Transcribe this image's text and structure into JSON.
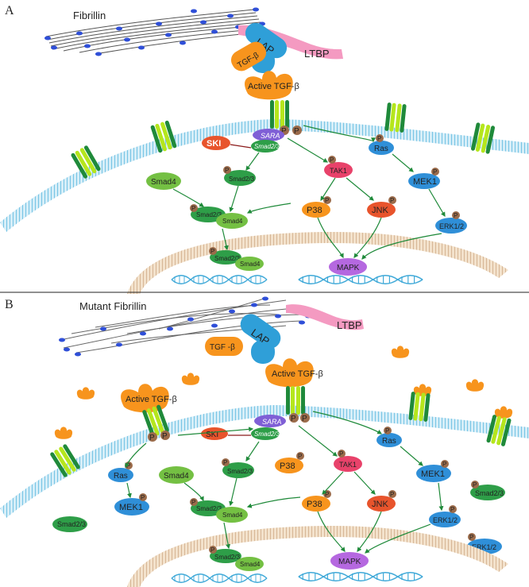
{
  "panel_a": {
    "letter": "A",
    "fibrillin": "Fibrillin",
    "lap": "LAP",
    "tgf_latent": "TGF-β",
    "ltbp": "LTBP",
    "active_tgf": "Active TGF-β",
    "sara": "SARA",
    "p": "P",
    "smad23": "Smad2/3",
    "smad4": "Smad4",
    "ski": "SKI",
    "tak1": "TAK1",
    "ras": "Ras",
    "mek1": "MEK1",
    "p38": "P38",
    "jnk": "JNK",
    "erk": "ERK1/2",
    "mapk": "MAPK"
  },
  "panel_b": {
    "letter": "B",
    "fibrillin": "Mutant Fibrillin",
    "lap": "LAP",
    "tgf_latent": "TGF -β",
    "ltbp": "LTBP",
    "active_tgf": "Active TGF-β",
    "sara": "SARA",
    "p": "P",
    "smad23": "Smad2/3",
    "smad4": "Smad4",
    "ski": "SKI",
    "tak1": "TAK1",
    "ras": "Ras",
    "mek1": "MEK1",
    "p38": "P38",
    "jnk": "JNK",
    "erk": "ERK1/2",
    "mapk": "MAPK"
  },
  "colors": {
    "membrane": "#7cc6e6",
    "receptor_light": "#b5e61d",
    "receptor_dark": "#1f8a3a",
    "tgf": "#f7941d",
    "lap": "#2f9fd8",
    "ltbp": "#f49ac1",
    "sara": "#7f5fd6",
    "smad": "#2e9e48",
    "smad4": "#74c043",
    "ski": "#e8542c",
    "tak1": "#e8426a",
    "kinase_blue": "#2f8fd8",
    "p38": "#f7941d",
    "jnk": "#e8542c",
    "mapk": "#b568e0",
    "phospho": "#9b6b4a",
    "arrow": "#1f8a3a"
  }
}
